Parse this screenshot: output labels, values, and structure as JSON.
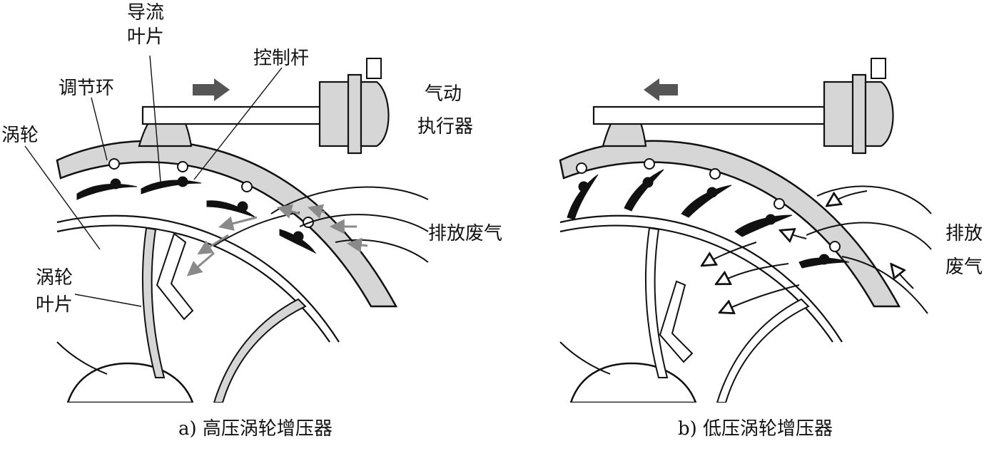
{
  "colors": {
    "stroke": "#111111",
    "fill_gray": "#d6d6d6",
    "flow_gray": "#8a8a8a",
    "background": "#ffffff"
  },
  "panel_a": {
    "caption": "a) 高压涡轮增压器",
    "labels": {
      "guide_vane_line1": "导流",
      "guide_vane_line2": "叶片",
      "control_rod": "控制杆",
      "adjusting_ring": "调节环",
      "actuator_line1": "气动",
      "actuator_line2": "执行器",
      "turbine": "涡轮",
      "exhaust": "排放废气",
      "turbine_blade_line1": "涡轮",
      "turbine_blade_line2": "叶片"
    },
    "motion_arrow": "right-arrow-icon"
  },
  "panel_b": {
    "caption": "b) 低压涡轮增压器",
    "labels": {
      "exhaust_line1": "排放",
      "exhaust_line2": "废气"
    },
    "motion_arrow": "left-arrow-icon"
  }
}
